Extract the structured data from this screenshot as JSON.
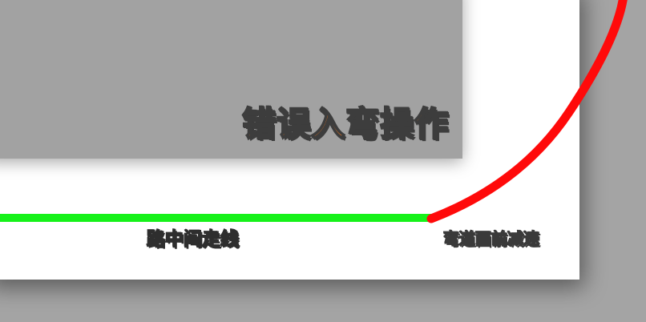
{
  "title": "错误入弯操作",
  "path_labels": {
    "straight": "路中间走线",
    "curve": "弯道面前减速"
  },
  "colors": {
    "background": "#a4a4a4",
    "road": "#ffffff",
    "inner_block": "#a2a2a2",
    "straight_path": "#16f21a",
    "curve_path": "#ff0a0a",
    "title_text": "#ff7a1a",
    "straight_label_text": "#22e227",
    "curve_label_text": "#ff1a1a",
    "text_outline": "#3d3d3d"
  }
}
